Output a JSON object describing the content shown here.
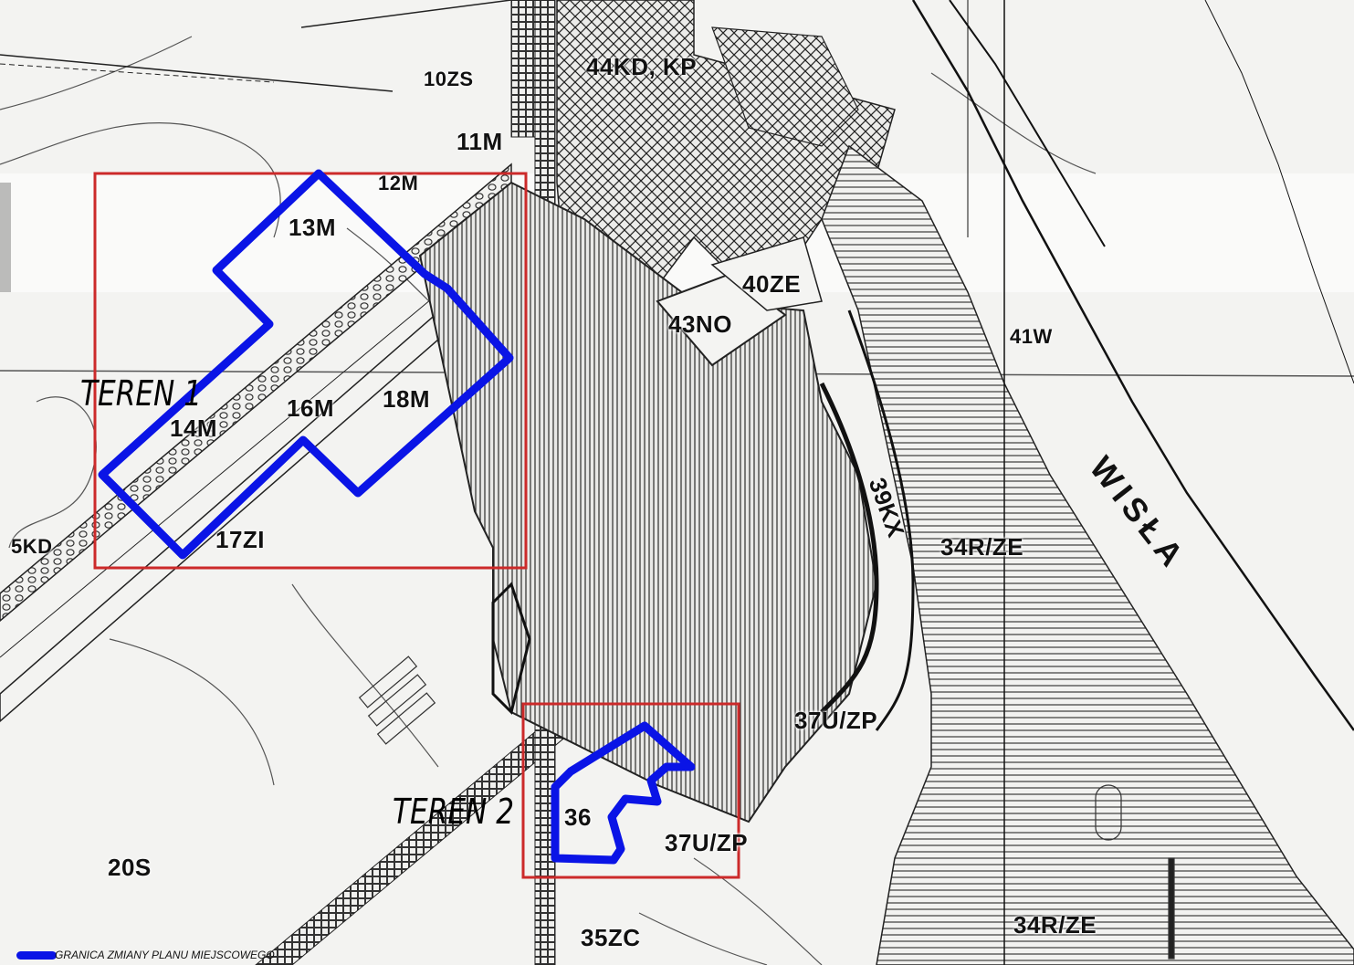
{
  "areas": [
    {
      "id": "teren-1",
      "label": "TEREN 1"
    },
    {
      "id": "teren-2",
      "label": "TEREN 2"
    }
  ],
  "zones": {
    "z10zs": "10ZS",
    "z44kd": "44KD, KP",
    "z11m": "11M",
    "z12m": "12M",
    "z13m": "13M",
    "z40ze": "40ZE",
    "z43no": "43NO",
    "z41w": "41W",
    "z14m": "14M",
    "z16m": "16M",
    "z18m": "18M",
    "z5kd": "5KD",
    "z17zi": "17ZI",
    "z39kx": "39KX",
    "z34rze_a": "34R/ZE",
    "z37uzp_a": "37U/ZP",
    "z37uzp_b": "37U/ZP",
    "z36": "36",
    "z20s": "20S",
    "z35zc": "35ZC",
    "z34rze_b": "34R/ZE"
  },
  "river": "WISŁA",
  "legend": {
    "label": "GRANICA ZMIANY PLANU MIEJSCOWEGO",
    "color": "#0a14e6"
  },
  "colors": {
    "area_frame": "#cc2a2a",
    "boundary": "#0a14e6"
  }
}
